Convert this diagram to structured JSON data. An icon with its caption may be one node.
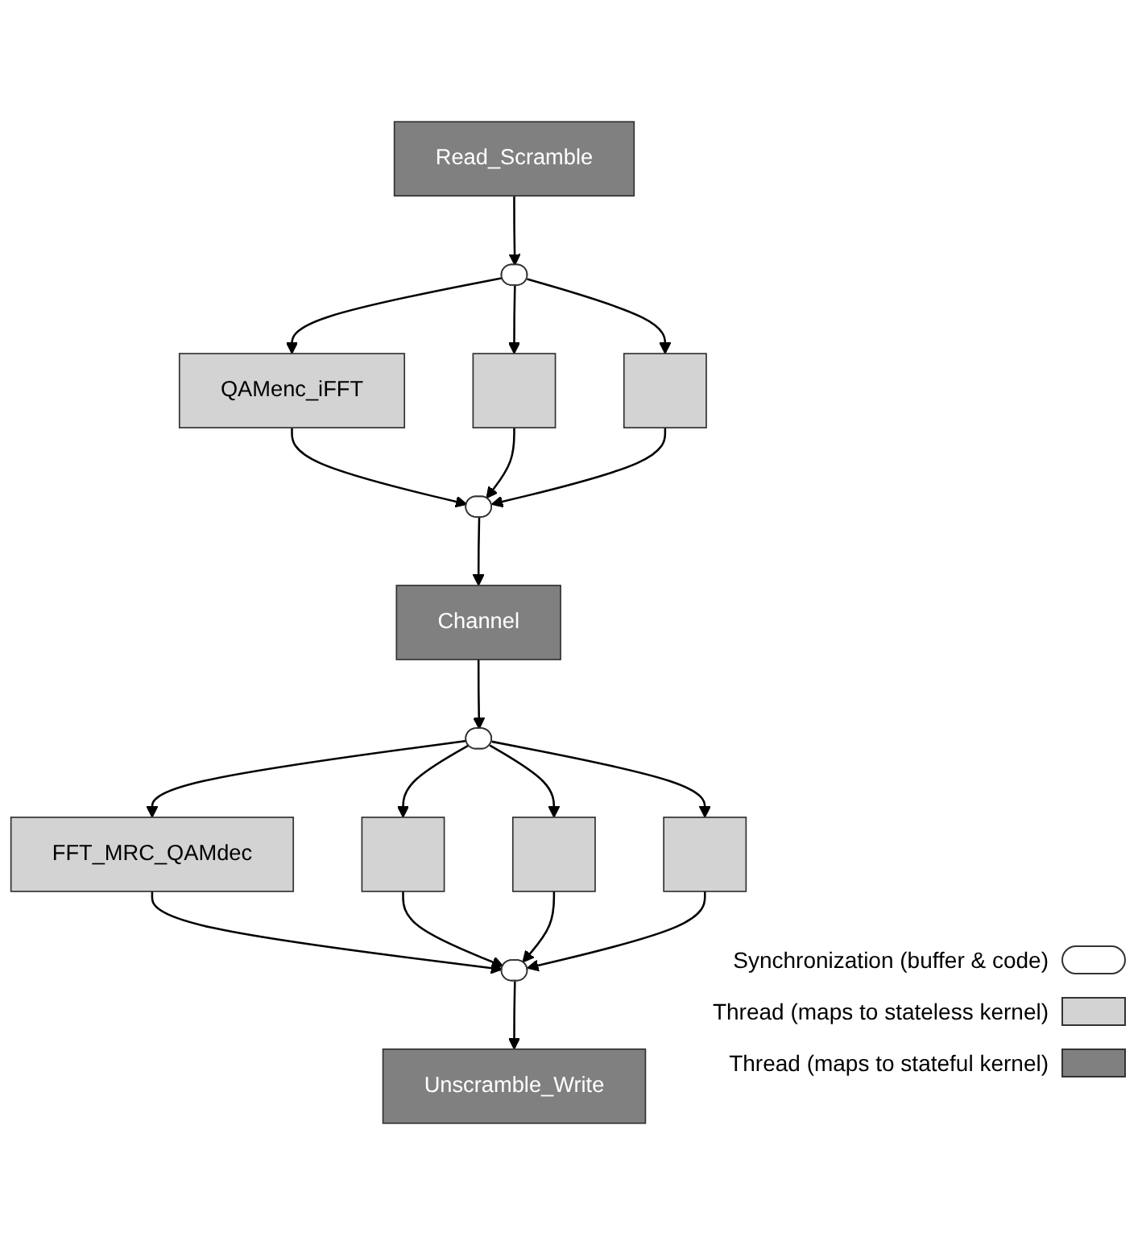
{
  "diagram": {
    "nodes": [
      {
        "text": [
          "Read_Scramble"
        ]
      },
      {
        "text": [],
        "shape": "oval"
      },
      {
        "text": [
          "QAMenc_iFFT"
        ]
      },
      {
        "text": [],
        "shape": "box"
      },
      {
        "text": [],
        "shape": "box"
      },
      {
        "text": [],
        "shape": "oval"
      },
      {
        "text": [
          "Channel"
        ]
      },
      {
        "text": [],
        "shape": "oval"
      },
      {
        "text": [
          "FFT_MRC_QAMdec"
        ]
      },
      {
        "text": [],
        "shape": "box"
      },
      {
        "text": [],
        "shape": "box"
      },
      {
        "text": [],
        "shape": "box"
      },
      {
        "text": [],
        "shape": "oval"
      },
      {
        "text": [
          "Unscramble_Write"
        ]
      }
    ],
    "edges": [
      {
        "from": 0,
        "to": 1,
        "arrow": "to"
      },
      {
        "from": 1,
        "to": 3,
        "arrow": "to"
      },
      {
        "from": 1,
        "to": 2,
        "arrow": "to"
      },
      {
        "from": 1,
        "to": 4,
        "arrow": "to"
      },
      {
        "from": 2,
        "to": 5,
        "arrow": "to"
      },
      {
        "from": 3,
        "to": 5,
        "arrow": "to"
      },
      {
        "from": 4,
        "to": 5,
        "arrow": "to"
      },
      {
        "from": 5,
        "to": 6,
        "arrow": "to"
      },
      {
        "from": 6,
        "to": 7,
        "arrow": "to"
      },
      {
        "from": 7,
        "to": 8,
        "arrow": "to"
      },
      {
        "from": 7,
        "to": 9,
        "arrow": "to"
      },
      {
        "from": 7,
        "to": 10,
        "arrow": "to"
      },
      {
        "from": 7,
        "to": 11,
        "arrow": "to"
      },
      {
        "from": 8,
        "to": 12,
        "arrow": "to"
      },
      {
        "from": 9,
        "to": 12,
        "arrow": "to"
      },
      {
        "from": 10,
        "to": 12,
        "arrow": "to"
      },
      {
        "from": 11,
        "to": 12,
        "arrow": "to"
      },
      {
        "from": 12,
        "to": 13,
        "arrow": "to"
      }
    ],
    "legend": [
      {
        "text": "Synchronization (buffer & code)"
      },
      {
        "text": "Thread (maps to stateless kernel)",
        "color": "#d3d3d3"
      },
      {
        "text": "Thread (maps to stateful kernel)",
        "color": "#808080"
      }
    ]
  }
}
